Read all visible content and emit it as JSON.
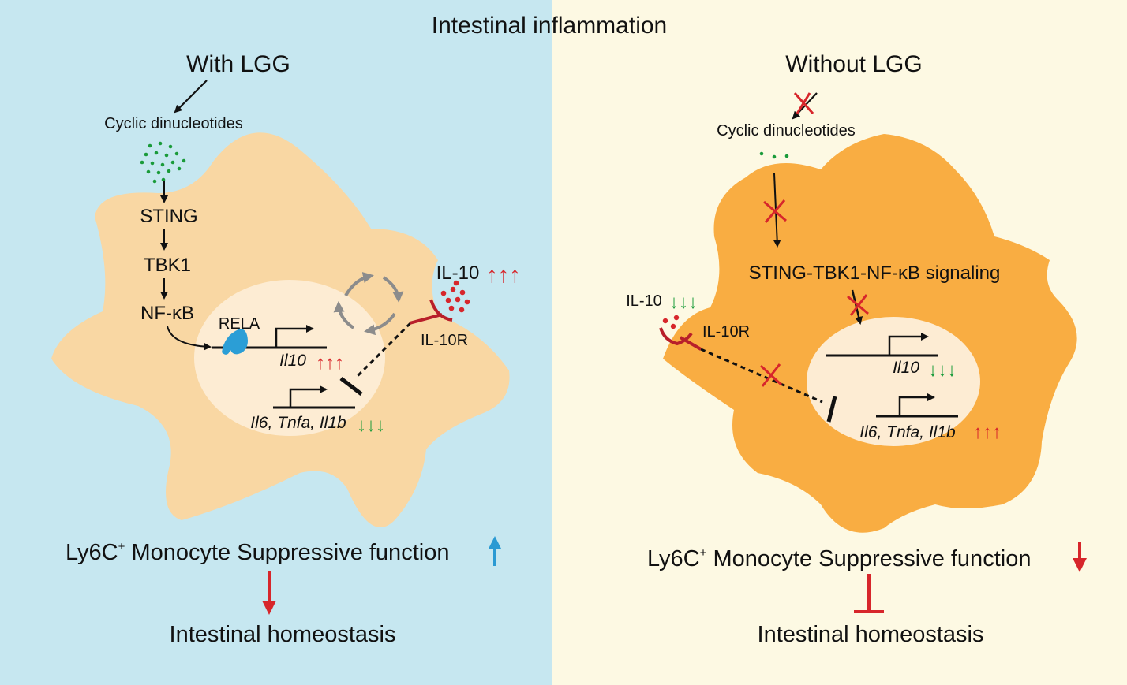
{
  "title": "Intestinal inflammation",
  "colors": {
    "left_bg": "#c6e7f0",
    "right_bg": "#fdf9e3",
    "left_cell": "#f9d7a3",
    "right_cell": "#f9ad42",
    "nucleus": "#fdecd3",
    "red": "#d7262b",
    "green": "#1a9b3a",
    "blue_arrow": "#2a9ad3",
    "rela_blue": "#2b9ed6"
  },
  "left": {
    "heading": "With LGG",
    "cdn_label": "Cyclic dinucleotides",
    "sting": "STING",
    "tbk1": "TBK1",
    "nfkb": "NF-κB",
    "rela": "RELA",
    "il10_gene": "Il10",
    "il10_gene_arrows": "↑↑↑",
    "genes": "Il6, Tnfa, Il1b",
    "genes_arrows": "↓↓↓",
    "il10_protein": "IL-10",
    "il10_protein_arrows": "↑↑↑",
    "il10r": "IL-10R",
    "monocyte_prefix": "Ly6C",
    "monocyte_sup": "+",
    "monocyte_text": " Monocyte Suppressive function",
    "monocyte_arrow_icon": "blue-up-arrow",
    "homeostasis": "Intestinal homeostasis",
    "homeostasis_arrow_icon": "red-down-arrow"
  },
  "right": {
    "heading": "Without LGG",
    "cdn_label": "Cyclic dinucleotides",
    "signaling": "STING-TBK1-NF-κB signaling",
    "il10_protein": "IL-10",
    "il10_protein_arrows": "↓↓↓",
    "il10r": "IL-10R",
    "il10_gene": "Il10",
    "il10_gene_arrows": "↓↓↓",
    "genes": "Il6, Tnfa, Il1b",
    "genes_arrows": "↑↑↑",
    "monocyte_prefix": "Ly6C",
    "monocyte_sup": "+",
    "monocyte_text": " Monocyte Suppressive function",
    "monocyte_arrow_icon": "red-down-arrow",
    "homeostasis": "Intestinal homeostasis",
    "homeostasis_arrow_icon": "red-inhibition-bar"
  }
}
